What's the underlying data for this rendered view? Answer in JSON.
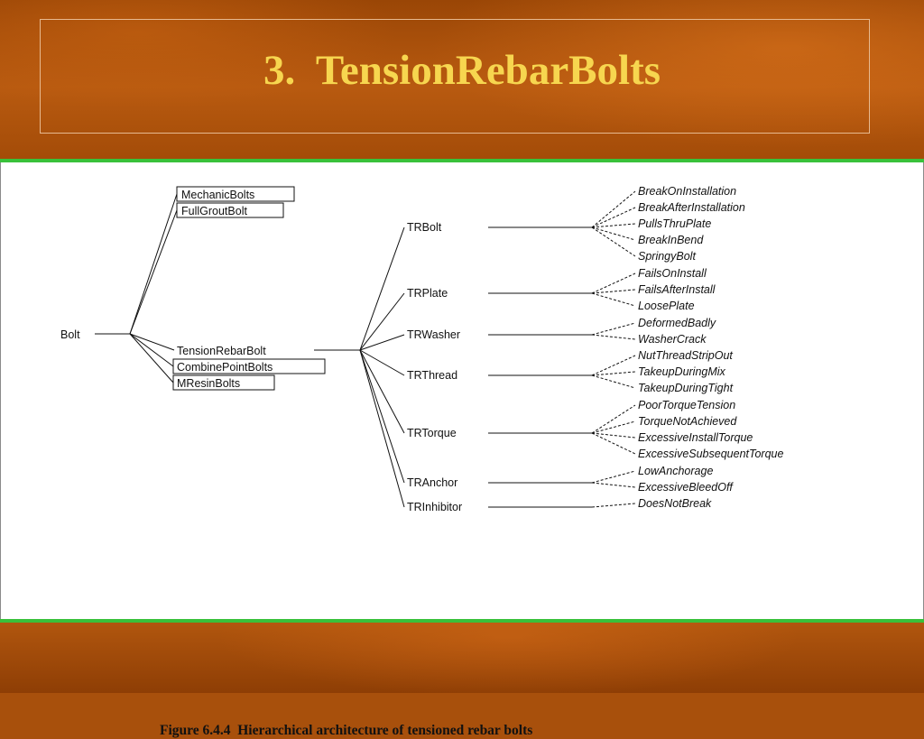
{
  "slide": {
    "number": "3.",
    "title": "TensionRebarBolts"
  },
  "diagram": {
    "root": "Bolt",
    "level1": [
      "MechanicBolts",
      "FullGroutBolt",
      "TensionRebarBolt",
      "CombinePointBolts",
      "MResinBolts"
    ],
    "expanded": "TensionRebarBolt",
    "groups": [
      {
        "name": "TRBolt",
        "leaves": [
          "BreakOnInstallation",
          "BreakAfterInstallation",
          "PullsThruPlate",
          "BreakInBend",
          "SpringyBolt"
        ]
      },
      {
        "name": "TRPlate",
        "leaves": [
          "FailsOnInstall",
          "FailsAfterInstall",
          "LoosePlate"
        ]
      },
      {
        "name": "TRWasher",
        "leaves": [
          "DeformedBadly",
          "WasherCrack"
        ]
      },
      {
        "name": "TRThread",
        "leaves": [
          "NutThreadStripOut",
          "TakeupDuringMix",
          "TakeupDuringTight"
        ]
      },
      {
        "name": "TRTorque",
        "leaves": [
          "PoorTorqueTension",
          "TorqueNotAchieved",
          "ExcessiveInstallTorque",
          "ExcessiveSubsequentTorque"
        ]
      },
      {
        "name": "TRAnchor",
        "leaves": [
          "LowAnchorage",
          "ExcessiveBleedOff"
        ]
      },
      {
        "name": "TRInhibitor",
        "leaves": [
          "DoesNotBreak"
        ]
      }
    ],
    "caption": "Figure 6.4.4  Hierarchical architecture of tensioned rebar bolts"
  }
}
